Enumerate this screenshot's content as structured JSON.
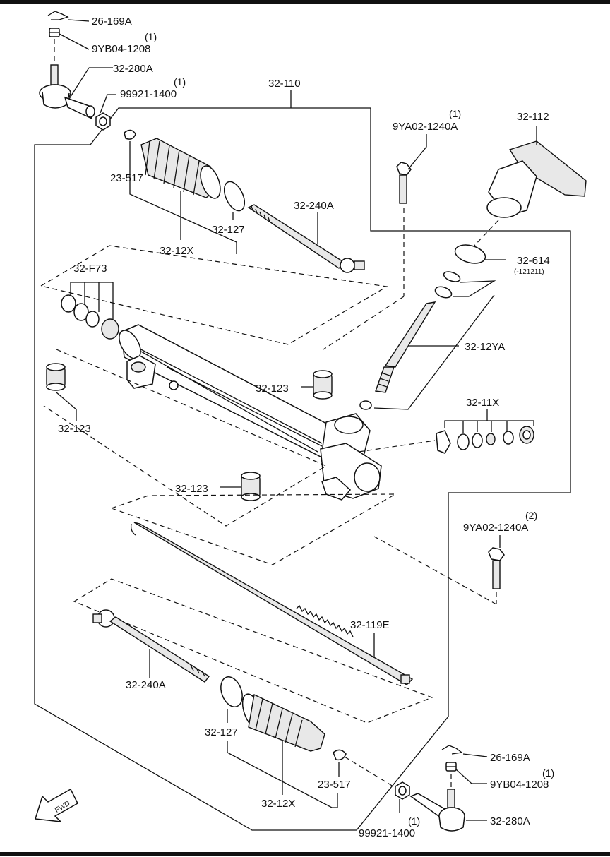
{
  "labels": {
    "tie_rod_end_top": "32-280A",
    "tie_rod_end_bottom": "32-280A",
    "cotter_pin_top": "26-169A",
    "cotter_pin_bottom": "26-169A",
    "castle_nut_top": "9YB04-1208",
    "castle_nut_top_qty": "(1)",
    "castle_nut_bottom": "9YB04-1208",
    "castle_nut_bottom_qty": "(1)",
    "lock_nut_top": "99921-1400",
    "lock_nut_top_qty": "(1)",
    "lock_nut_bottom": "99921-1400",
    "lock_nut_bottom_qty": "(1)",
    "gear_assembly": "32-110",
    "bolt_top": "9YA02-1240A",
    "bolt_top_qty": "(1)",
    "bolt_bottom": "9YA02-1240A",
    "bolt_bottom_qty": "(2)",
    "pinion_housing": "32-112",
    "o_ring": "32-614",
    "o_ring_note": "(-121211)",
    "clip_top": "23-517",
    "clip_bottom": "23-517",
    "boot_band_top": "32-127",
    "boot_band_bottom": "32-127",
    "boot_set_top": "32-12X",
    "boot_set_bottom": "32-12X",
    "tie_rod_top": "32-240A",
    "tie_rod_bottom": "32-240A",
    "seal_kit": "32-F73",
    "pinion_kit": "32-12YA",
    "mount_rubber_1": "32-123",
    "mount_rubber_2": "32-123",
    "mount_rubber_3": "32-123",
    "plunger_kit": "32-11X",
    "rack": "32-119E",
    "fwd": "FWD"
  }
}
